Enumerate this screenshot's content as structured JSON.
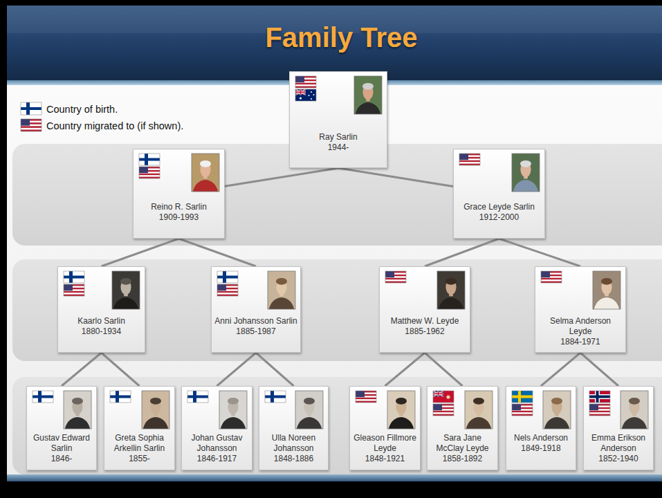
{
  "diagram": {
    "title": "Family Tree",
    "nodes": [
      {
        "text": [
          "Ray Sarlin",
          "1944-"
        ]
      },
      {
        "text": [
          "Reino R. Sarlin",
          "1909-1993"
        ]
      },
      {
        "text": [
          "Grace Leyde Sarlin",
          "1912-2000"
        ]
      },
      {
        "text": [
          "Kaarlo Sarlin",
          "1880-1934"
        ]
      },
      {
        "text": [
          "Anni Johansson Sarlin",
          "1885-1987"
        ]
      },
      {
        "text": [
          "Matthew W. Leyde",
          "1885-1962"
        ]
      },
      {
        "text": [
          "Selma Anderson Leyde",
          "1884-1971"
        ]
      },
      {
        "text": [
          "Gustav Edward Sarlin",
          "1846-"
        ]
      },
      {
        "text": [
          "Greta Sophia Arkellin Sarlin",
          "1855-"
        ]
      },
      {
        "text": [
          "Johan Gustav Johansson",
          "1846-1917"
        ]
      },
      {
        "text": [
          "Ulla Noreen Johansson",
          "1848-1886"
        ]
      },
      {
        "text": [
          "Gleason Fillmore Leyde",
          "1848-1921"
        ]
      },
      {
        "text": [
          "Sara Jane McClay Leyde",
          "1858-1892"
        ]
      },
      {
        "text": [
          "Nels Anderson",
          "1849-1918"
        ]
      },
      {
        "text": [
          "Emma Erikson Anderson",
          "1852-1940"
        ]
      }
    ],
    "edges": [
      {
        "from": 0,
        "to": 1,
        "arrow": "none"
      },
      {
        "from": 0,
        "to": 2,
        "arrow": "none"
      },
      {
        "from": 1,
        "to": 3,
        "arrow": "none"
      },
      {
        "from": 1,
        "to": 4,
        "arrow": "none"
      },
      {
        "from": 2,
        "to": 5,
        "arrow": "none"
      },
      {
        "from": 2,
        "to": 6,
        "arrow": "none"
      },
      {
        "from": 3,
        "to": 7,
        "arrow": "none"
      },
      {
        "from": 3,
        "to": 8,
        "arrow": "none"
      },
      {
        "from": 4,
        "to": 9,
        "arrow": "none"
      },
      {
        "from": 4,
        "to": 10,
        "arrow": "none"
      },
      {
        "from": 5,
        "to": 11,
        "arrow": "none"
      },
      {
        "from": 5,
        "to": 12,
        "arrow": "none"
      },
      {
        "from": 6,
        "to": 13,
        "arrow": "none"
      },
      {
        "from": 6,
        "to": 14,
        "arrow": "none"
      }
    ],
    "legend": [
      {
        "text": "Country of birth."
      },
      {
        "text": "Country migrated to (if shown)."
      }
    ]
  }
}
